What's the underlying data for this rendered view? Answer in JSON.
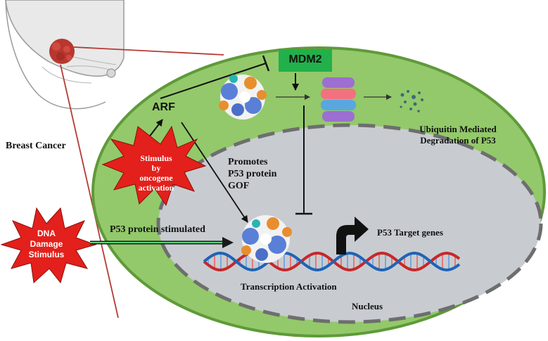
{
  "labels": {
    "breast_cancer": "Breast Cancer",
    "arf": "ARF",
    "mdm2": "MDM2",
    "ubiquitin": [
      "Ubiquitin Mediated",
      "Degradation of P53"
    ],
    "promotes": [
      "Promotes",
      "P53 protein",
      "GOF"
    ],
    "oncogene_stimulus": [
      "Stimulus",
      "by",
      "oncogene",
      "activation"
    ],
    "dna_stimulus": [
      "DNA",
      "Damage",
      "Stimulus"
    ],
    "p53_stimulated": "P53 protein stimulated",
    "p53_target_genes": "P53 Target genes",
    "transcription_activation": "Transcription Activation",
    "nucleus": "Nucleus"
  },
  "colors": {
    "cell_fill": "#93c96a",
    "cell_border": "#5f9a3a",
    "nucleus_fill": "#c8ccd1",
    "nucleus_dash": "#6e6e6e",
    "mdm2_box": "#22b04b",
    "starburst": "#e3201b",
    "dna_red": "#c62828",
    "dna_blue": "#1f63b5",
    "connector": "#b53a35"
  },
  "icons": [
    "breast-illustration-icon",
    "tumor-icon",
    "p53-protein-icon",
    "proteasome-icon",
    "degraded-fragments-icon",
    "starburst-icon",
    "dna-helix-icon",
    "bent-arrow-icon"
  ]
}
